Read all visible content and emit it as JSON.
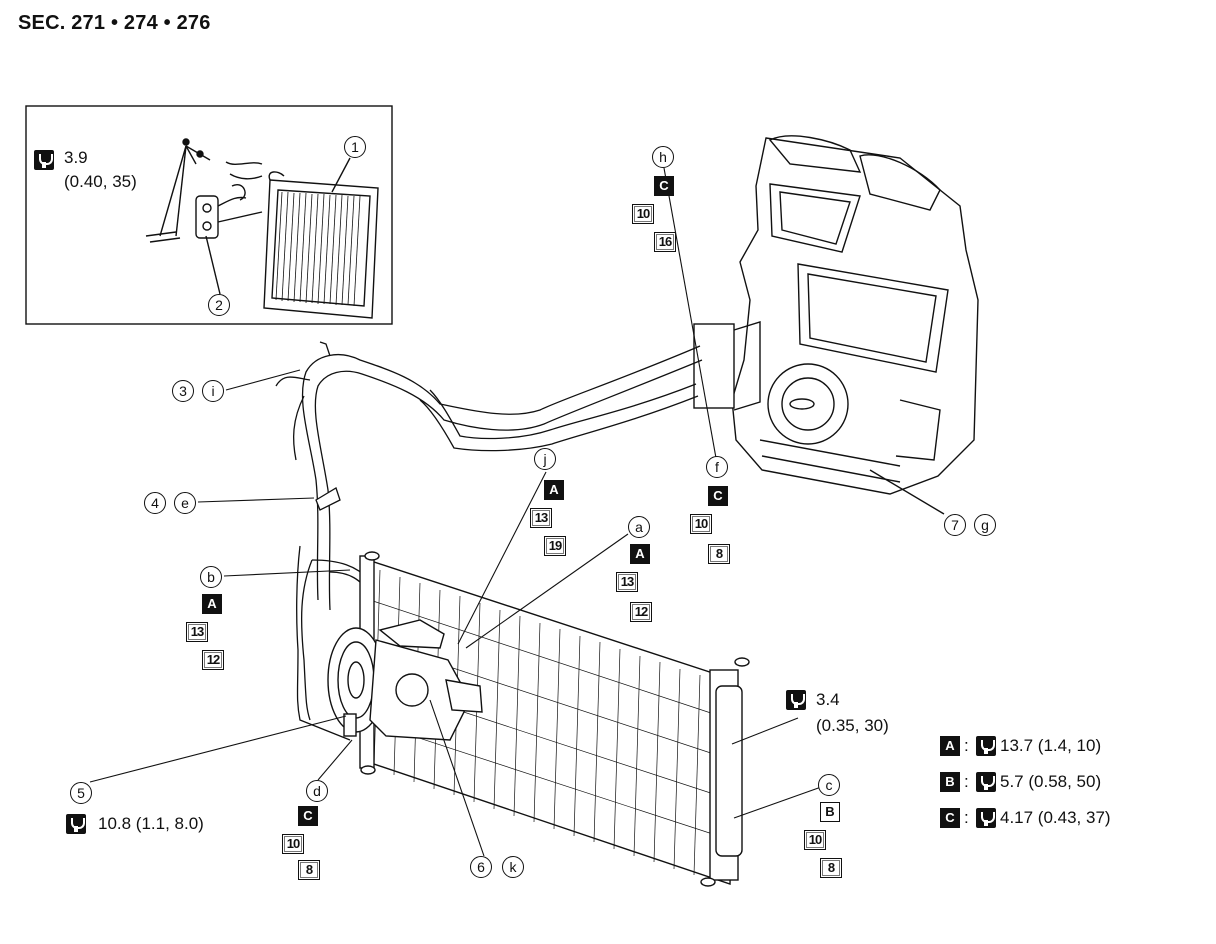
{
  "title": "SEC. 271 • 274 • 276",
  "parts": {
    "p1": "1",
    "p2": "2",
    "p3": "3",
    "p4": "4",
    "p5": "5",
    "p6": "6",
    "p7": "7"
  },
  "connections": {
    "a": "a",
    "b": "b",
    "c": "c",
    "d": "d",
    "e": "e",
    "f": "f",
    "g": "g",
    "h": "h",
    "i": "i",
    "j": "j",
    "k": "k"
  },
  "torques": {
    "inset": "3.9",
    "inset_sub": "(0.40, 35)",
    "receiver": "3.4",
    "receiver_sub": "(0.35, 30)",
    "compressor_bracket": "10.8 (1.1, 8.0)"
  },
  "oring_letters": {
    "A": "A",
    "B": "B",
    "C": "C"
  },
  "oring_sizes": {
    "s8": "8",
    "s10": "10",
    "s12": "12",
    "s13": "13",
    "s16": "16",
    "s19": "19"
  },
  "legend": [
    {
      "letter": "A",
      "sep": ":",
      "value": "13.7 (1.4, 10)"
    },
    {
      "letter": "B",
      "sep": ":",
      "value": "5.7 (0.58, 50)"
    },
    {
      "letter": "C",
      "sep": ":",
      "value": "4.17 (0.43, 37)"
    }
  ]
}
